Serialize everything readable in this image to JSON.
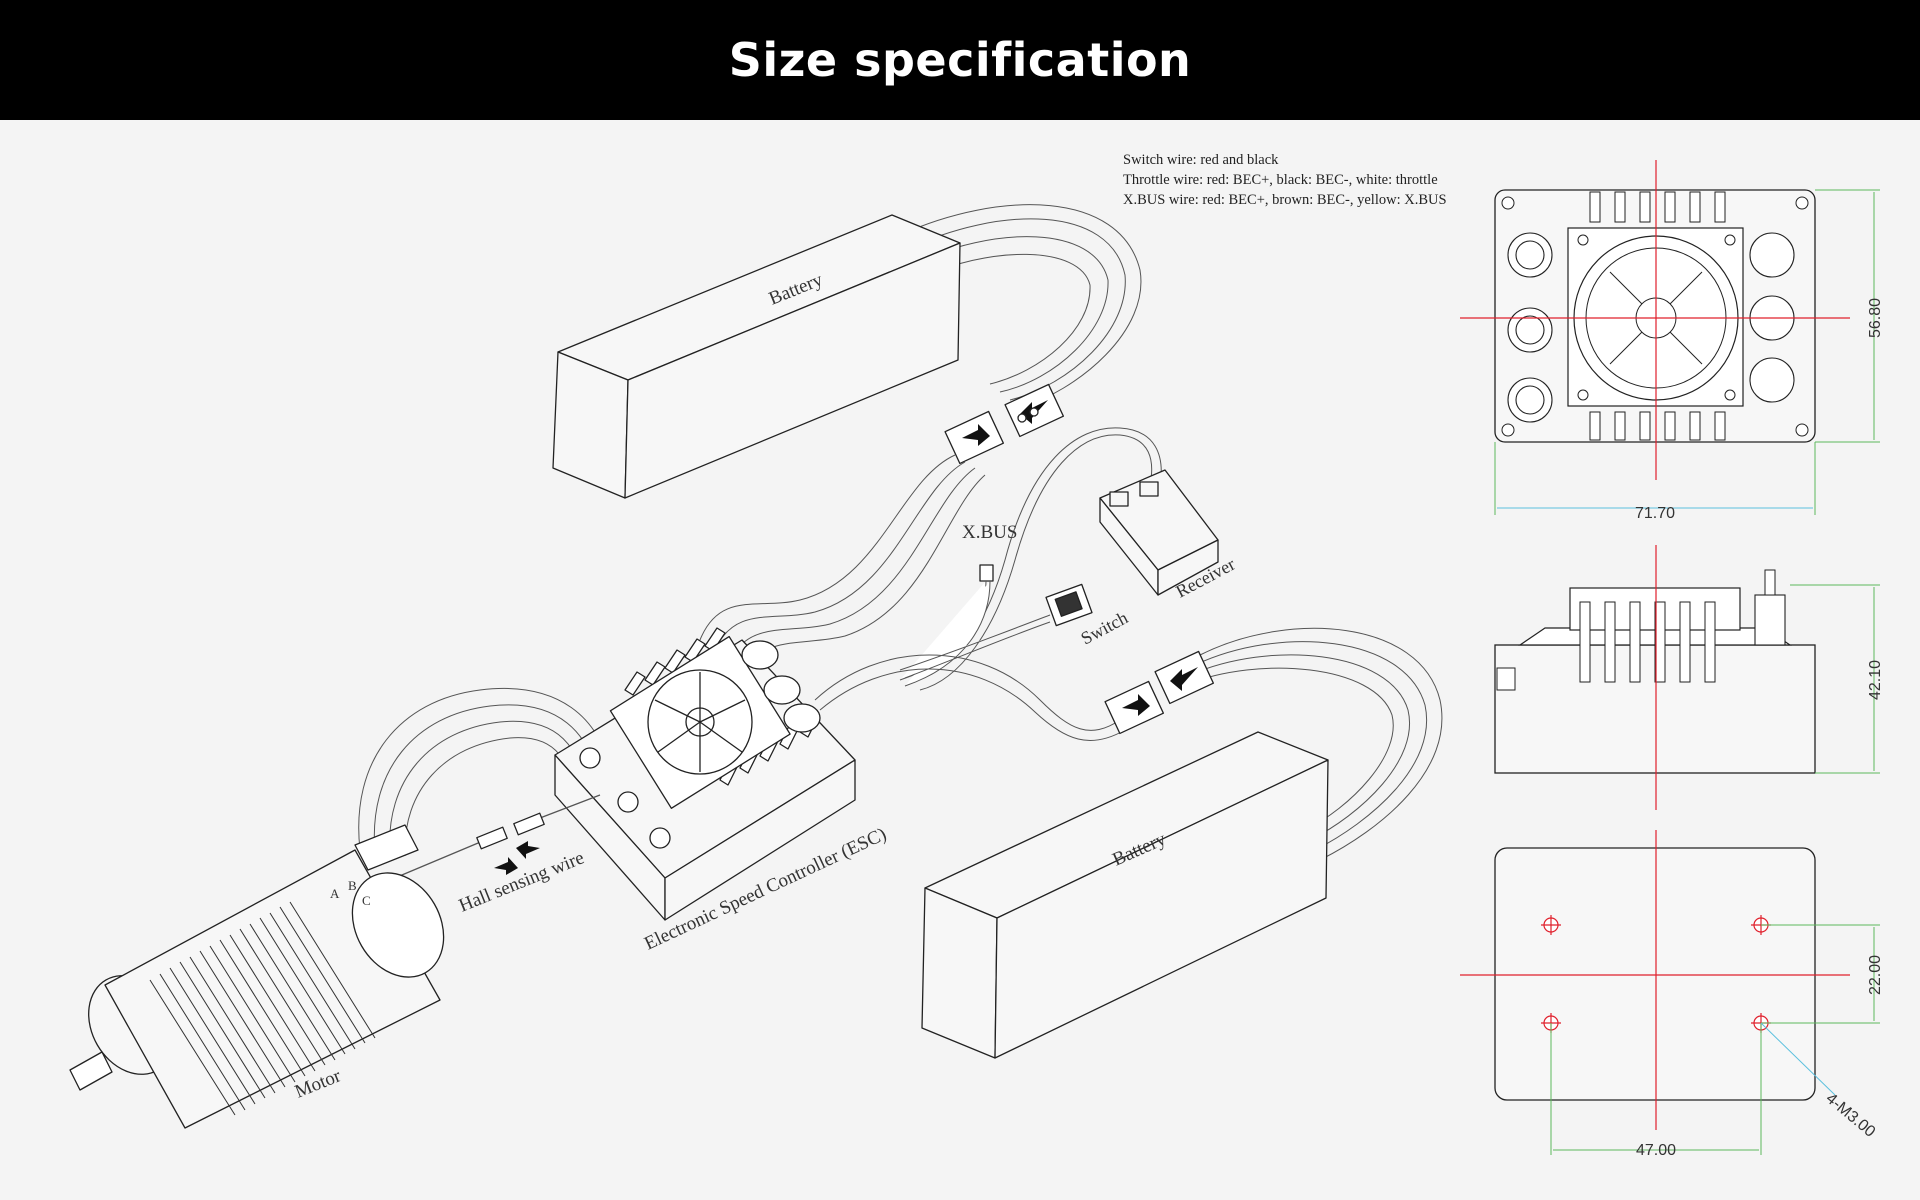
{
  "header": {
    "title": "Size specification"
  },
  "wire_notes": [
    "Switch wire: red and black",
    "Throttle wire: red: BEC+, black: BEC-, white: throttle",
    "X.BUS wire: red: BEC+, brown: BEC-, yellow: X.BUS"
  ],
  "labels": {
    "battery_top": "Battery",
    "battery_bottom": "Battery",
    "xbus": "X.BUS",
    "receiver": "Receiver",
    "switch": "Switch",
    "esc": "Electronic Speed Controller (ESC)",
    "hall": "Hall sensing wire",
    "motor": "Motor",
    "phase_a": "A",
    "phase_b": "B",
    "phase_c": "C"
  },
  "dimensions": {
    "top_height": "56.80",
    "top_width": "71.70",
    "side_height": "42.10",
    "bottom_hole_spacing_v": "22.00",
    "bottom_hole_spacing_h": "47.00",
    "screw": "4-M3.00"
  },
  "colors": {
    "header_bg": "#000000",
    "centerline": "#e0202c",
    "dimline": "#5cb85c",
    "leader": "#5bc0de",
    "line": "#222222"
  }
}
